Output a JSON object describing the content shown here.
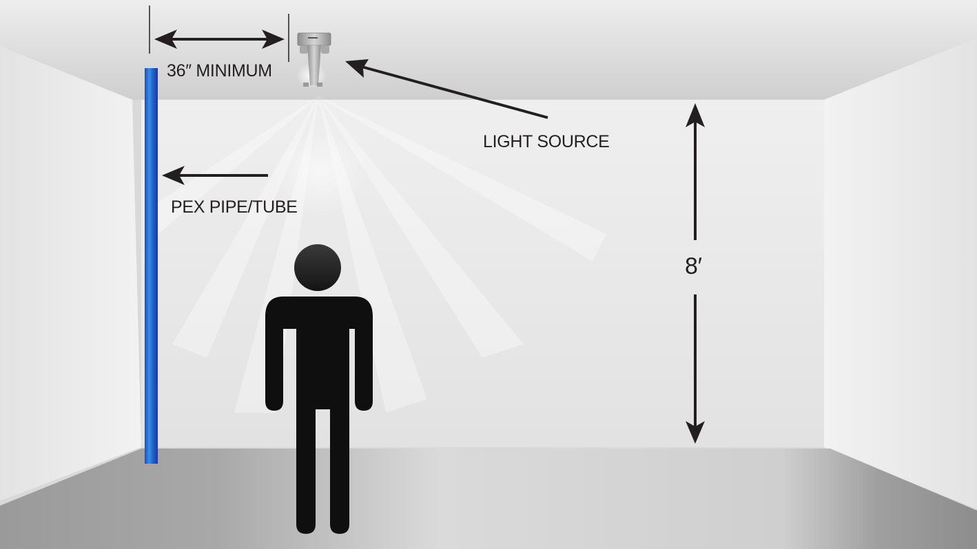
{
  "diagram": {
    "type": "room-installation-diagram",
    "labels": {
      "minimum_distance": "36″ MINIMUM",
      "light_source": "LIGHT SOURCE",
      "pex_pipe": "PEX PIPE/TUBE",
      "ceiling_height": "8′"
    },
    "elements": [
      {
        "name": "pex-pipe",
        "color": "#1f5fc8"
      },
      {
        "name": "light-fixture",
        "color": "#a8a8a8"
      },
      {
        "name": "person-silhouette",
        "color": "#0f0f0f"
      },
      {
        "name": "dimension-arrows",
        "color": "#231f20"
      }
    ],
    "colors": {
      "ceiling": "#d3d3d3",
      "back_wall": "#ececec",
      "floor": "#c4c4c4",
      "pipe_blue": "#1f5fc8",
      "pipe_dark": "#24339a",
      "arrow": "#231f20"
    }
  }
}
